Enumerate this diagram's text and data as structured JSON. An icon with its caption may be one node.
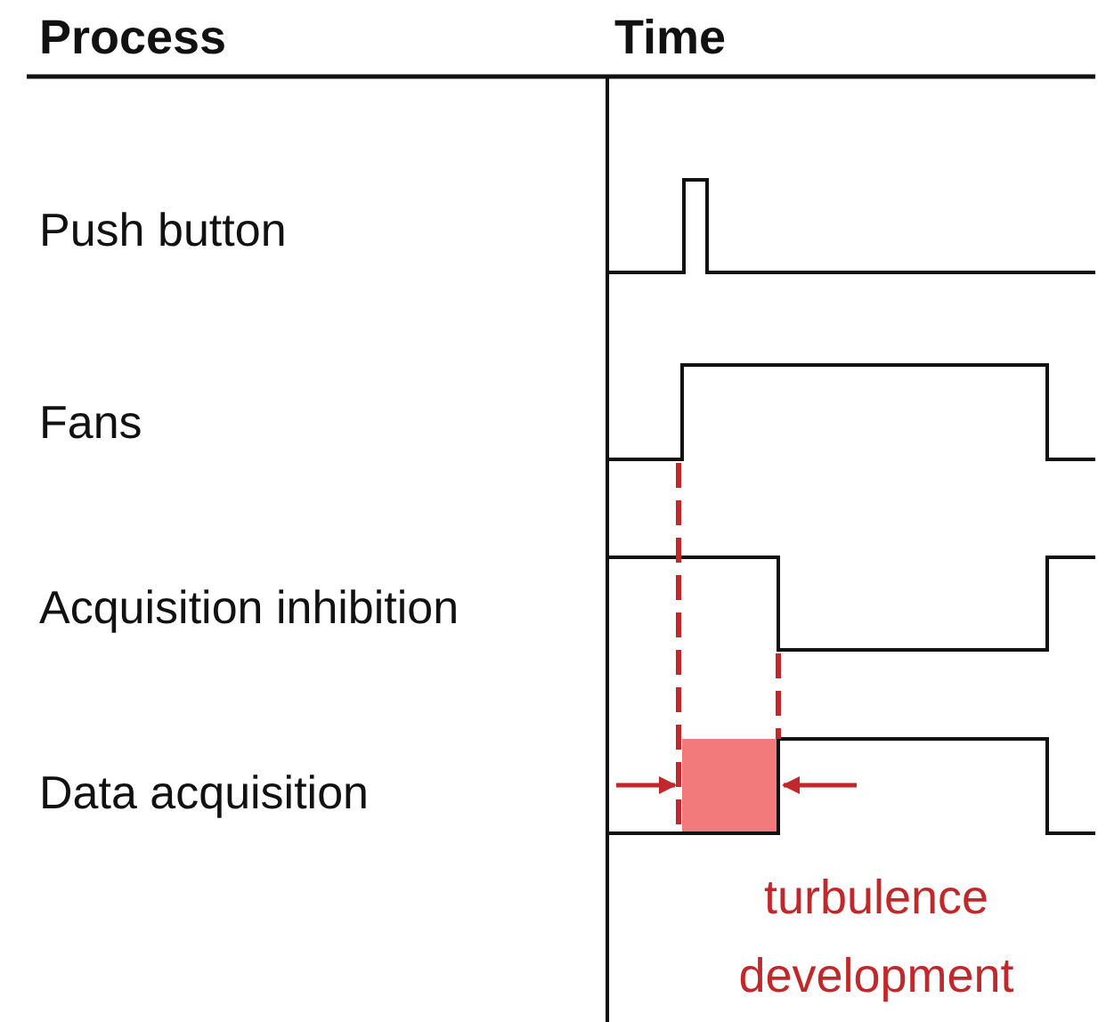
{
  "diagram": {
    "labels": [
      "Process",
      "Time",
      "Push button",
      "Fans",
      "Acquisition inhibition",
      "Data acquisition",
      "turbulence development"
    ]
  }
}
